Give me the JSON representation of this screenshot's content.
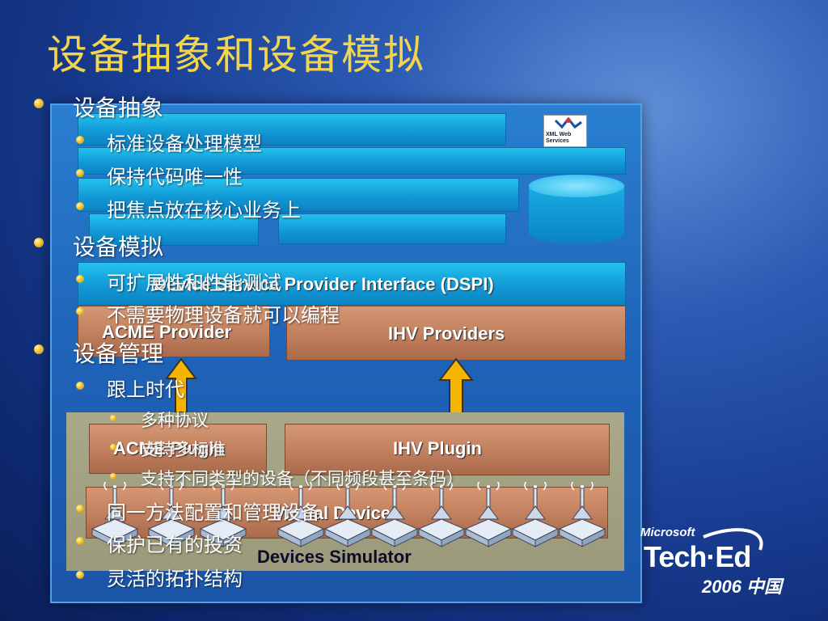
{
  "slide": {
    "title": "设备抽象和设备模拟"
  },
  "bullets": [
    {
      "level": 1,
      "text": "设备抽象"
    },
    {
      "level": 2,
      "text": "标准设备处理模型"
    },
    {
      "level": 2,
      "text": "保持代码唯一性"
    },
    {
      "level": 2,
      "text": "把焦点放在核心业务上"
    },
    {
      "level": 1,
      "text": "设备模拟"
    },
    {
      "level": 2,
      "text": "可扩展性和性能测试"
    },
    {
      "level": 2,
      "text": "不需要物理设备就可以编程"
    },
    {
      "level": 1,
      "text": "设备管理"
    },
    {
      "level": 2,
      "text": "跟上时代"
    },
    {
      "level": 3,
      "text": "多种协议"
    },
    {
      "level": 3,
      "text": "支持多标准"
    },
    {
      "level": 3,
      "text": "支持不同类型的设备（不同频段甚至条码）"
    },
    {
      "level": 2,
      "text": "同一方法配置和管理设备"
    },
    {
      "level": 2,
      "text": "保护已有的投资"
    },
    {
      "level": 2,
      "text": "灵活的拓扑结构"
    }
  ],
  "diagram": {
    "xml_badge": "XML Web\nServices",
    "dspi": "Device Service Provider Interface (DSPI)",
    "acme_provider": "ACME Provider",
    "ihv_providers": "IHV Providers",
    "acme_plugin": "ACME Plugin",
    "ihv_plugin": "IHV Plugin",
    "virtual_devices": "Virtual Devices",
    "devices_simulator": "Devices Simulator",
    "antenna_icon": "rfid-reader-icon",
    "colors": {
      "cyan": "#129ad6",
      "copper": "#c07f5e",
      "olive": "#9b9a7a",
      "arrow": "#f5b400"
    }
  },
  "logo": {
    "microsoft": "Microsoft",
    "teched": "Tech·Ed",
    "year": "2006 中国"
  }
}
